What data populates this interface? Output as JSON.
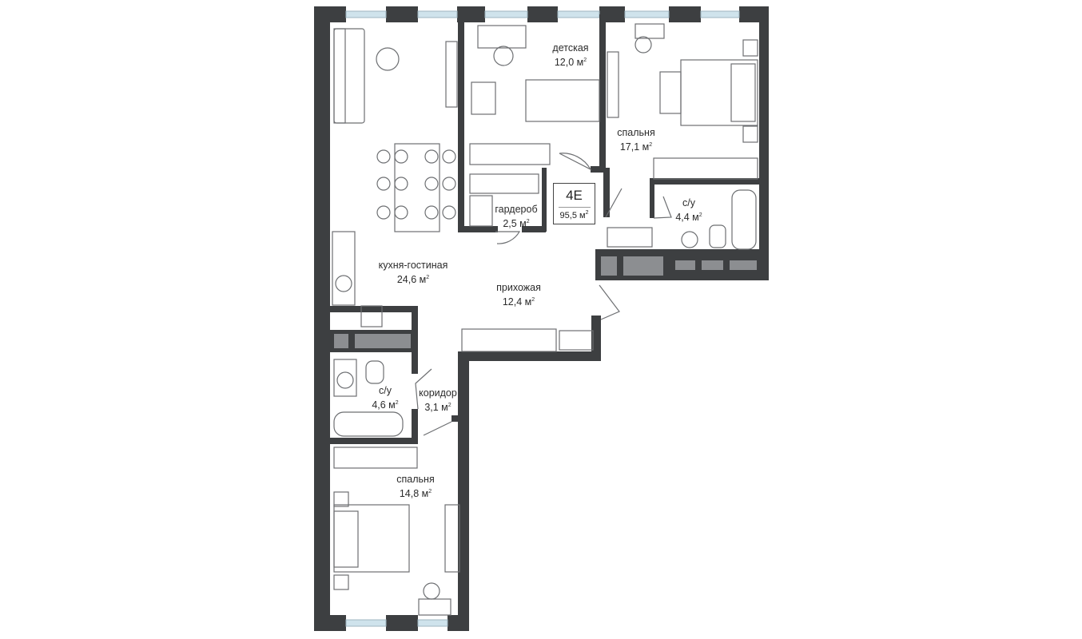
{
  "apartment": {
    "code": "4E",
    "total_area": "95,5 м",
    "unit_sup": "2"
  },
  "rooms": [
    {
      "name": "детская",
      "area": "12,0 м"
    },
    {
      "name": "спальня",
      "area": "17,1 м"
    },
    {
      "name": "гардероб",
      "area": "2,5 м"
    },
    {
      "name": "с/у",
      "area": "4,4 м"
    },
    {
      "name": "кухня-гостиная",
      "area": "24,6 м"
    },
    {
      "name": "прихожая",
      "area": "12,4 м"
    },
    {
      "name": "с/у",
      "area": "4,6 м"
    },
    {
      "name": "коридор",
      "area": "3,1 м"
    },
    {
      "name": "спальня",
      "area": "14,8 м"
    }
  ],
  "colors": {
    "wall": "#3d3f41",
    "glass": "#cfe3ec",
    "furniture": "#6d6f72",
    "panel": "#8c8e91"
  }
}
